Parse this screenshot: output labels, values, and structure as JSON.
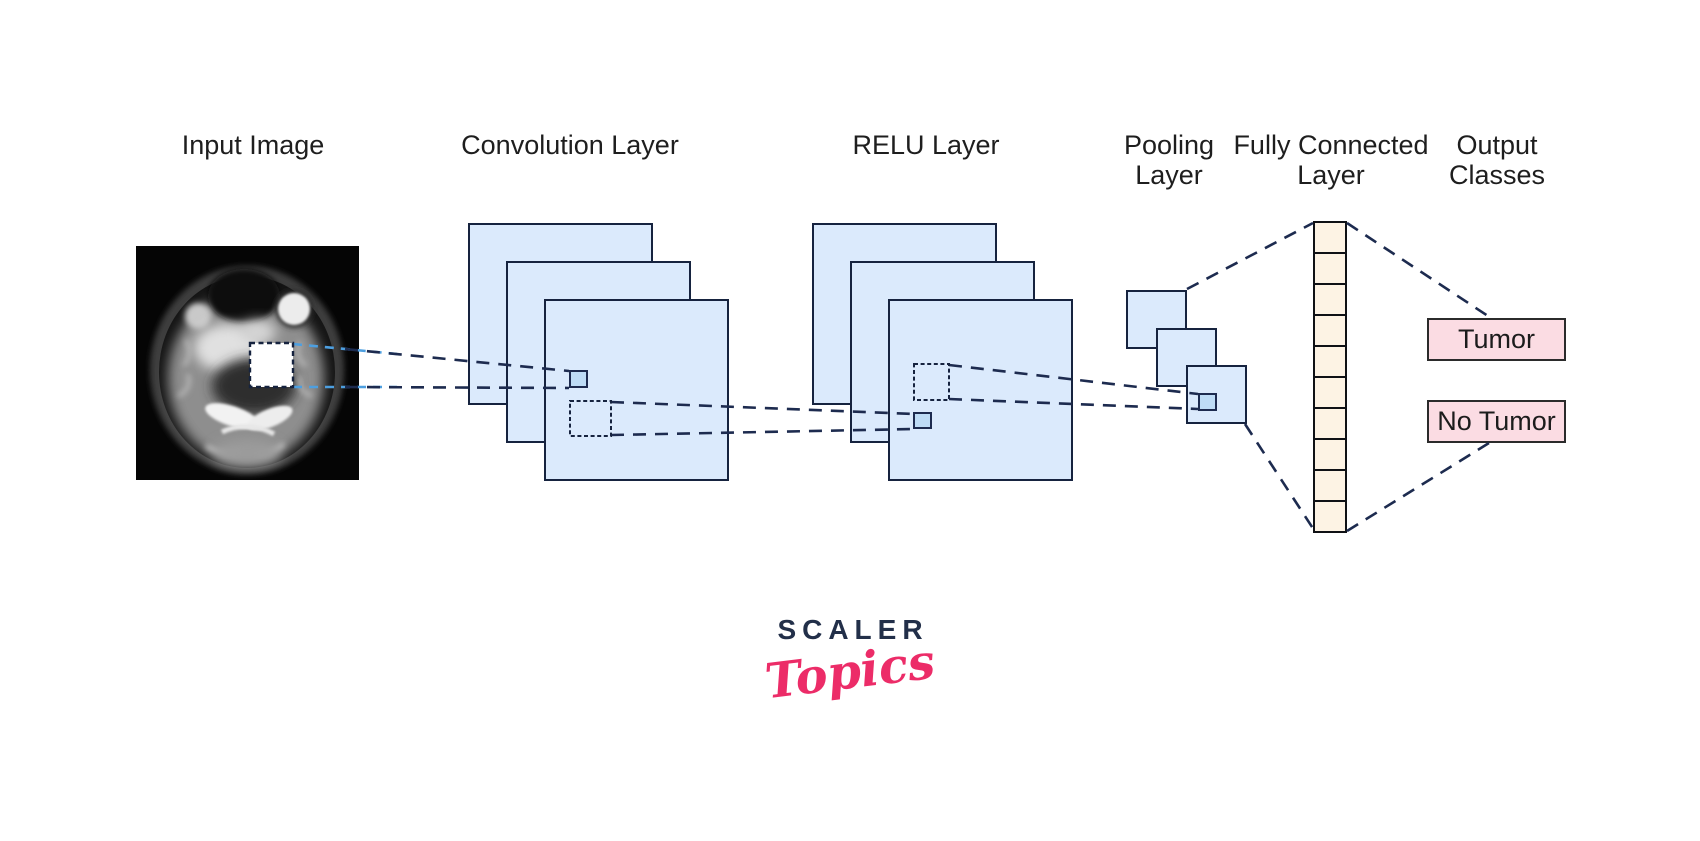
{
  "diagram": {
    "title_labels": {
      "input_image": "Input Image",
      "convolution": "Convolution Layer",
      "relu": "RELU Layer",
      "pooling": "Pooling\nLayer",
      "fully_connected": "Fully Connected\nLayer",
      "output": "Output\nClasses"
    },
    "output_classes": [
      "Tumor",
      "No Tumor"
    ],
    "layers": {
      "convolution_feature_maps": 3,
      "relu_feature_maps": 3,
      "pooling_feature_maps": 3,
      "fully_connected_cells": 10
    },
    "colors": {
      "feature_map_fill": "#dbeafc",
      "feature_map_border": "#16233f",
      "active_cell_fill": "#bedcf6",
      "fc_cell_fill": "#fdf3e4",
      "fc_cell_border": "#0f1115",
      "output_box_fill": "#fbdce3",
      "output_box_border": "#2b2b2b",
      "dashed_line": "#1d2b4f",
      "dashed_line_accent": "#4d9fe0",
      "label_text": "#1e1e1e"
    }
  },
  "logo": {
    "brand": "SCALER",
    "subbrand": "Topics",
    "brand_color": "#222f49",
    "subbrand_color": "#ec2c68"
  }
}
